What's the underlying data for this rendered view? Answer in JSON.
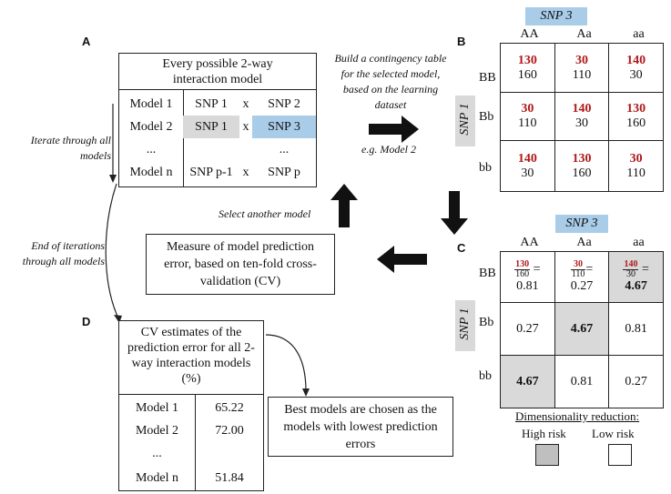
{
  "panels": {
    "a": "A",
    "b": "B",
    "c": "C",
    "d": "D"
  },
  "panel_a": {
    "header": "Every possible 2-way interaction model",
    "rows": [
      {
        "model": "Model 1",
        "s1": "SNP 1",
        "x": "x",
        "s2": "SNP 2"
      },
      {
        "model": "Model 2",
        "s1": "SNP 1",
        "x": "x",
        "s2": "SNP 3"
      },
      {
        "model": "...",
        "s1": "",
        "x": "",
        "s2": "..."
      },
      {
        "model": "Model n",
        "s1": "SNP p-1",
        "x": "x",
        "s2": "SNP p"
      }
    ],
    "iterate_label": "Iterate through all models"
  },
  "arrows": {
    "build_table": "Build a contingency table for the selected model, based on the learning dataset",
    "example": "e.g. Model 2",
    "select_another": "Select another model",
    "end_iterations": "End of iterations through all models"
  },
  "panel_b": {
    "col_title": "SNP 3",
    "row_title": "SNP 1",
    "cols": [
      "AA",
      "Aa",
      "aa"
    ],
    "rows": [
      "BB",
      "Bb",
      "bb"
    ],
    "cases": [
      [
        "130",
        "30",
        "140"
      ],
      [
        "30",
        "140",
        "130"
      ],
      [
        "140",
        "130",
        "30"
      ]
    ],
    "controls": [
      [
        "160",
        "110",
        "30"
      ],
      [
        "110",
        "30",
        "160"
      ],
      [
        "30",
        "160",
        "110"
      ]
    ]
  },
  "panel_c": {
    "col_title": "SNP 3",
    "row_title": "SNP 1",
    "cols": [
      "AA",
      "Aa",
      "aa"
    ],
    "rows": [
      "BB",
      "Bb",
      "bb"
    ],
    "top_fracs": [
      {
        "num": "130",
        "den": "160",
        "eq": "=",
        "val": "0.81"
      },
      {
        "num": "30",
        "den": "110",
        "eq": "=",
        "val": "0.27"
      },
      {
        "num": "140",
        "den": "30",
        "eq": "=",
        "val": "4.67"
      }
    ],
    "values": [
      [
        "0.81",
        "0.27",
        "4.67"
      ],
      [
        "0.27",
        "4.67",
        "0.81"
      ],
      [
        "4.67",
        "0.81",
        "0.27"
      ]
    ],
    "high_risk": [
      [
        false,
        false,
        true
      ],
      [
        false,
        true,
        false
      ],
      [
        true,
        false,
        false
      ]
    ],
    "legend_title": "Dimensionality reduction:",
    "legend_high": "High risk",
    "legend_low": "Low risk",
    "high_color": "#d9d9d9",
    "low_color": "#ffffff"
  },
  "measure_box": "Measure of model prediction error, based on ten-fold cross-validation (CV)",
  "panel_d": {
    "header": "CV estimates of the prediction error for all 2-way interaction models (%)",
    "rows": [
      {
        "model": "Model 1",
        "val": "65.22"
      },
      {
        "model": "Model 2",
        "val": "72.00"
      },
      {
        "model": "...",
        "val": ""
      },
      {
        "model": "Model n",
        "val": "51.84"
      }
    ]
  },
  "best_box": "Best models are chosen as the models with lowest prediction errors"
}
